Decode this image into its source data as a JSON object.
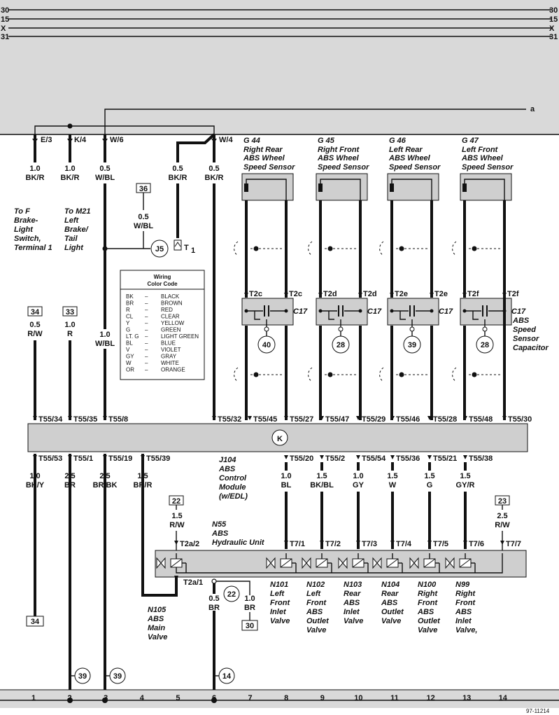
{
  "rails": {
    "left": [
      "30",
      "15",
      "X",
      "31"
    ],
    "right": [
      "30",
      "15",
      "X",
      "31"
    ],
    "tap": "a"
  },
  "top_terms": [
    "E/3",
    "K/4",
    "W/6",
    "W/4"
  ],
  "top_wires": [
    {
      "size": "1.0",
      "color": "BK/R"
    },
    {
      "size": "1.0",
      "color": "BK/R"
    },
    {
      "size": "0.5",
      "color": "W/BL"
    },
    {
      "size": "0.5",
      "color": "BK/R"
    },
    {
      "size": "0.5",
      "color": "BK/R"
    }
  ],
  "to_labels": [
    [
      "To F",
      "Brake-",
      "Light",
      "Switch,",
      "Terminal 1"
    ],
    [
      "To M21",
      "Left",
      "Brake/",
      "Tail",
      "Light"
    ]
  ],
  "ref36": {
    "num": "36",
    "size": "0.5",
    "color": "W/BL"
  },
  "j5": "J5",
  "t1": "T",
  "t1sub": "1",
  "sensors": [
    {
      "id": "G 44",
      "line1": "Right Rear",
      "line2": "ABS Wheel",
      "line3": "Speed Sensor",
      "conn": "T2c",
      "cnum": "40"
    },
    {
      "id": "G 45",
      "line1": "Right Front",
      "line2": "ABS Wheel",
      "line3": "Speed Sensor",
      "conn": "T2d",
      "cnum": "28"
    },
    {
      "id": "G 46",
      "line1": "Left Rear",
      "line2": "ABS Wheel",
      "line3": "Speed Sensor",
      "conn": "T2e",
      "cnum": "39"
    },
    {
      "id": "G 47",
      "line1": "Left Front",
      "line2": "ABS Wheel",
      "line3": "Speed Sensor",
      "conn": "T2f",
      "cnum": "28"
    }
  ],
  "capacitor": {
    "id": "C17",
    "label": [
      "C17",
      "ABS",
      "Speed",
      "Sensor",
      "Capacitor"
    ]
  },
  "legend": {
    "title1": "Wiring",
    "title2": "Color Code",
    "rows": [
      [
        "BK",
        "BLACK"
      ],
      [
        "BR",
        "BROWN"
      ],
      [
        "R",
        "RED"
      ],
      [
        "CL",
        "CLEAR"
      ],
      [
        "Y",
        "YELLOW"
      ],
      [
        "G",
        "GREEN"
      ],
      [
        "LT. G",
        "LIGHT GREEN"
      ],
      [
        "BL",
        "BLUE"
      ],
      [
        "V",
        "VIOLET"
      ],
      [
        "GY",
        "GRAY"
      ],
      [
        "W",
        "WHITE"
      ],
      [
        "OR",
        "ORANGE"
      ]
    ]
  },
  "mid_refs": [
    {
      "num": "34",
      "size": "0.5",
      "color": "R/W"
    },
    {
      "num": "33",
      "size": "1.0",
      "color": "R"
    }
  ],
  "mid_wire3": {
    "size": "1.0",
    "color": "W/BL"
  },
  "module_top_pins": [
    "T55/34",
    "T55/35",
    "T55/8",
    "T55/32",
    "T55/45",
    "T55/27",
    "T55/47",
    "T55/29",
    "T55/46",
    "T55/28",
    "T55/48",
    "T55/30"
  ],
  "module_bot_pins": [
    "T55/53",
    "T55/1",
    "T55/19",
    "T55/39",
    "T55/20",
    "T55/2",
    "T55/54",
    "T55/36",
    "T55/21",
    "T55/38"
  ],
  "module_label": [
    "J104",
    "ABS",
    "Control",
    "Module",
    "(w/EDL)"
  ],
  "module_symbol": "K",
  "bot_wires_left": [
    {
      "size": "1.0",
      "color": "BK/Y"
    },
    {
      "size": "2.5",
      "color": "BR"
    },
    {
      "size": "2.5",
      "color": "BR/BK"
    },
    {
      "size": "1.5",
      "color": "BR/R"
    }
  ],
  "bot_wires_right": [
    {
      "size": "1.0",
      "color": "BL"
    },
    {
      "size": "1.5",
      "color": "BK/BL"
    },
    {
      "size": "1.0",
      "color": "GY"
    },
    {
      "size": "1.5",
      "color": "W"
    },
    {
      "size": "1.5",
      "color": "G"
    },
    {
      "size": "1.5",
      "color": "GY/R"
    }
  ],
  "ref22": {
    "num": "22",
    "size": "1.5",
    "color": "R/W"
  },
  "ref23": {
    "num": "23",
    "size": "2.5",
    "color": "R/W"
  },
  "hyd_label": [
    "N55",
    "ABS",
    "Hydraulic Unit"
  ],
  "hyd_top_pins": [
    "T2a/2",
    "T7/1",
    "T7/2",
    "T7/3",
    "T7/4",
    "T7/5",
    "T7/6",
    "T7/7"
  ],
  "hyd_pin_t2a1": "T2a/1",
  "valves": [
    [
      "N101",
      "Left",
      "Front",
      "Inlet",
      "Valve"
    ],
    [
      "N102",
      "Left",
      "Front",
      "ABS",
      "Outlet",
      "Valve"
    ],
    [
      "N103",
      "Rear",
      "ABS",
      "Inlet",
      "Valve"
    ],
    [
      "N104",
      "Rear",
      "ABS",
      "Outlet",
      "Valve"
    ],
    [
      "N100",
      "Right",
      "Front",
      "ABS",
      "Outlet",
      "Valve"
    ],
    [
      "N99",
      "Right",
      "Front",
      "ABS",
      "Inlet",
      "Valve,"
    ]
  ],
  "n105": [
    "N105",
    "ABS",
    "Main",
    "Valve"
  ],
  "ground": {
    "c22": "22",
    "w1": {
      "size": "0.5",
      "color": "BR"
    },
    "w2": {
      "size": "1.0",
      "color": "BR"
    },
    "box30": "30"
  },
  "bottom_box34": "34",
  "circles_bottom": [
    "39",
    "39",
    "14"
  ],
  "columns": [
    "1",
    "2",
    "3",
    "4",
    "5",
    "6",
    "7",
    "8",
    "9",
    "10",
    "11",
    "12",
    "13",
    "14"
  ],
  "figure_id": "97-11214"
}
